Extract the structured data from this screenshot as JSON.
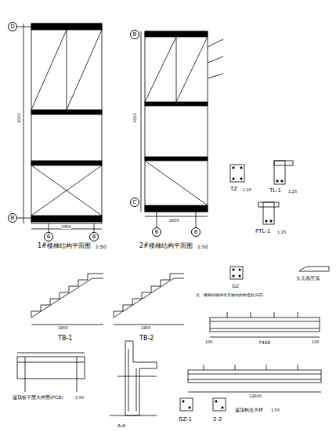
{
  "diagram": {
    "nodes": [
      {
        "text": [
          "D"
        ]
      },
      {
        "text": [
          "B"
        ]
      },
      {
        "text": [
          "6"
        ]
      },
      {
        "text": [
          "8"
        ]
      },
      {
        "text": [
          "B"
        ]
      },
      {
        "text": [
          "C"
        ]
      },
      {
        "text": [
          "6"
        ]
      },
      {
        "text": [
          "8"
        ]
      }
    ],
    "labels": [
      "1#楼梯结构平面图",
      "1:50",
      "2#楼梯结构平面图",
      "1:50",
      "TZ",
      "1:25",
      "TL-1",
      "1:25",
      "PTL-1",
      "1:25",
      "TB-1",
      "TB-2",
      "GZ",
      "注：楼梯间砌体填充墙内的构造柱(GZ)",
      "女儿墙压顶",
      "7400",
      "100",
      "100",
      "屋顶板平面大样图(PCB)",
      "1:50",
      "A-A",
      "屋顶构造大样",
      "1:50",
      "12600",
      "GZ-1",
      "2-2",
      "3300",
      "2600",
      "6000",
      "4500",
      "1800",
      "1800"
    ]
  }
}
